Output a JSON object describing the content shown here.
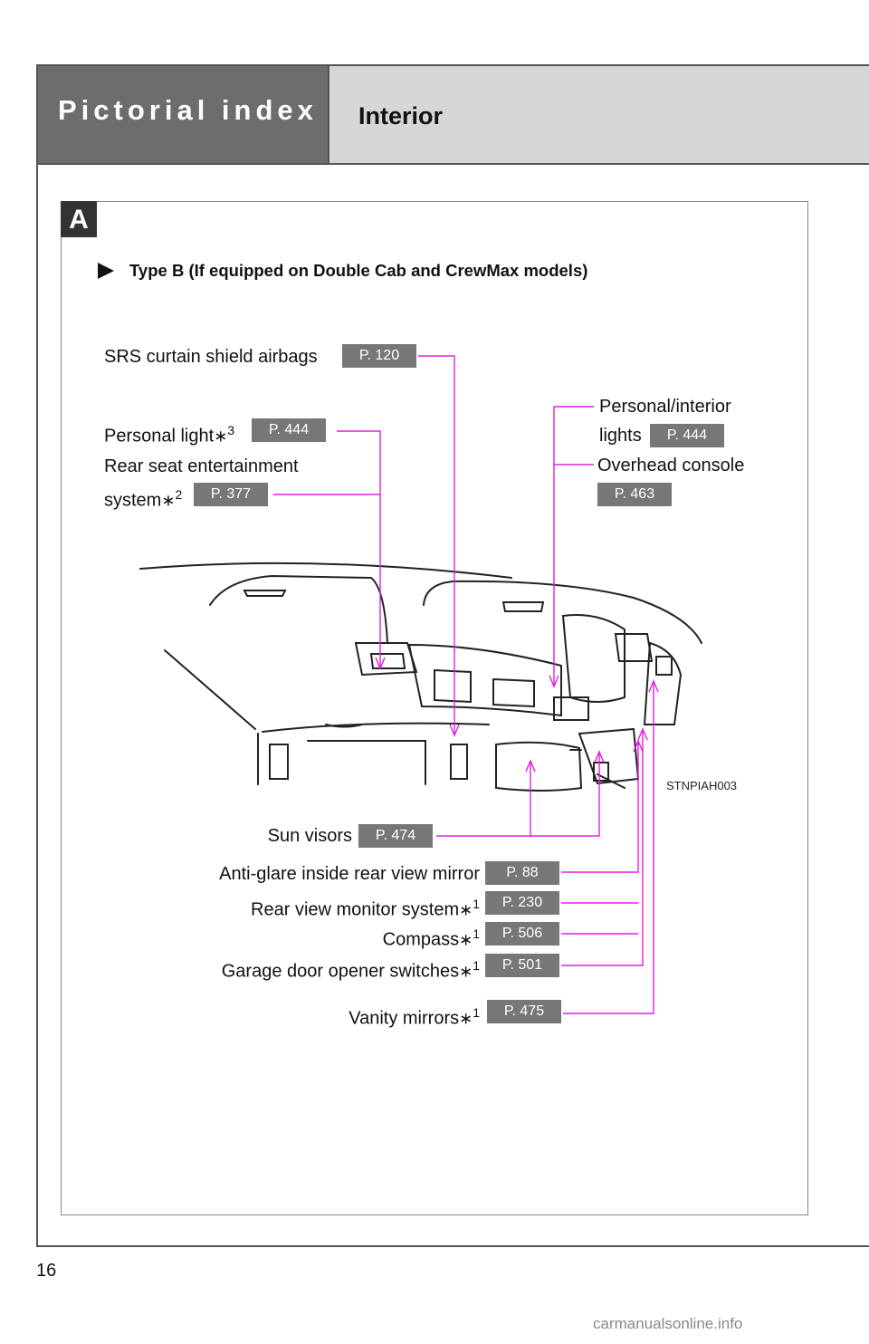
{
  "header": {
    "section_title": "Pictorial index",
    "page_subtitle": "Interior"
  },
  "panel": {
    "badge": "A",
    "type_line": "Type B (If equipped on Double Cab and CrewMax models)"
  },
  "callouts": {
    "srs": {
      "label": "SRS curtain shield airbags",
      "ref": "P. 120"
    },
    "personal_light": {
      "label": "Personal light",
      "note": "3",
      "ref": "P. 444"
    },
    "rear_seat_1": "Rear seat entertainment",
    "rear_seat_2": "system",
    "rear_seat_note": "2",
    "rear_seat_ref": "P. 377",
    "pi_1": "Personal/interior",
    "pi_2": "lights",
    "pi_ref": "P. 444",
    "overhead": {
      "label": "Overhead console",
      "ref": "P. 463"
    },
    "sun_visors": {
      "label": "Sun visors",
      "ref": "P. 474"
    },
    "anti_glare": {
      "label": "Anti-glare inside rear view mirror",
      "ref": "P. 88"
    },
    "rear_monitor": {
      "label": "Rear view monitor system",
      "note": "1",
      "ref": "P. 230"
    },
    "compass": {
      "label": "Compass",
      "note": "1",
      "ref": "P. 506"
    },
    "garage": {
      "label": "Garage door opener switches",
      "note": "1",
      "ref": "P. 501"
    },
    "vanity": {
      "label": "Vanity mirrors",
      "note": "1",
      "ref": "P. 475"
    }
  },
  "illustration_code": "STNPIAH003",
  "footer": {
    "page_number": "16",
    "watermark": "carmanualsonline.info"
  },
  "colors": {
    "leader_line": "#e020e0",
    "ref_box": "#777777",
    "header_dark": "#6d6d6d",
    "header_light": "#d6d6d6"
  }
}
